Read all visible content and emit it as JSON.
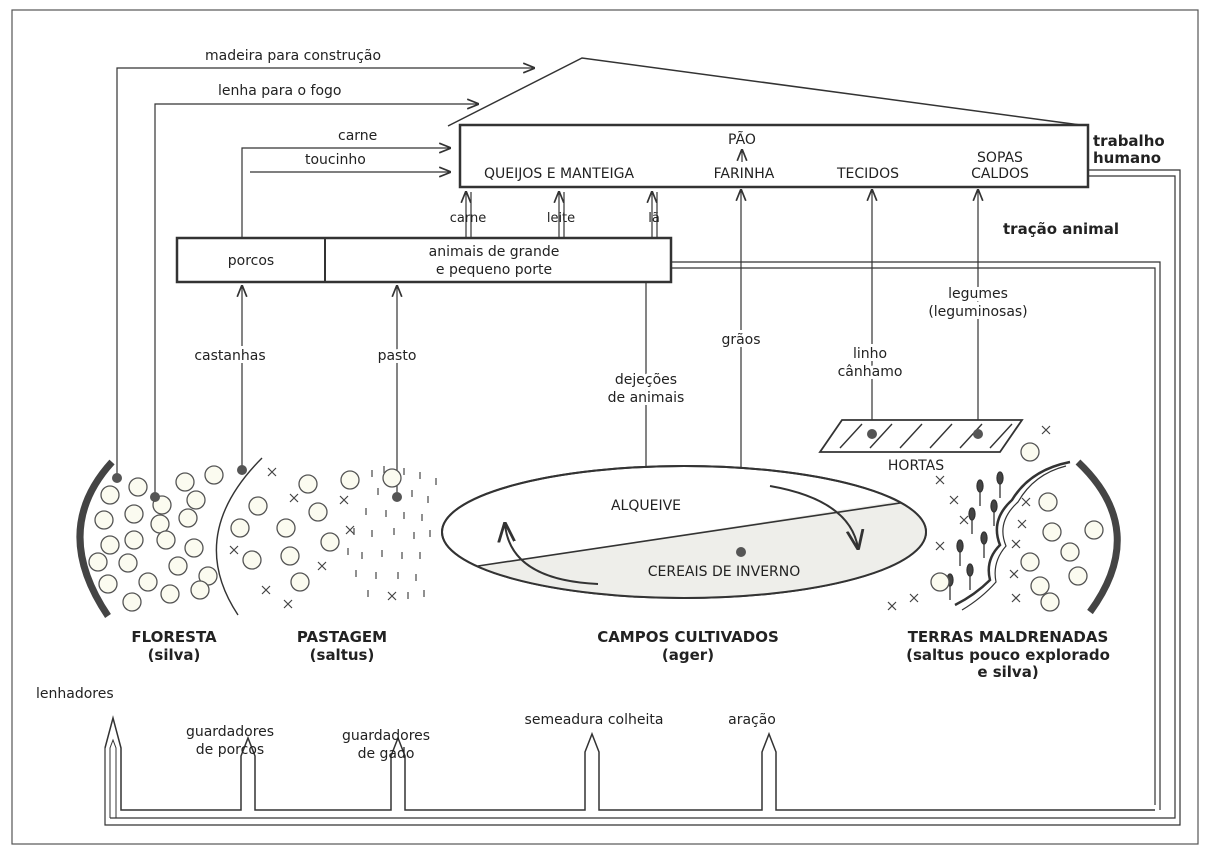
{
  "flows_top": {
    "wood_building": "madeira para construção",
    "firewood": "lenha para o fogo",
    "meat": "carne",
    "bacon": "toucinho"
  },
  "house": {
    "bread": "PÃO",
    "cheese_butter": "QUEIJOS E MANTEIGA",
    "flour": "FARINHA",
    "fabrics": "TECIDOS",
    "soups_line1": "SOPAS",
    "soups_line2": "CALDOS",
    "human_work_line1": "trabalho",
    "human_work_line2": "humano",
    "animal_traction": "tração animal"
  },
  "animal_products": {
    "meat": "carne",
    "milk": "leite",
    "wool": "lã"
  },
  "animals_box": {
    "pigs": "porcos",
    "animals_line1": "animais de grande",
    "animals_line2": "e pequeno porte"
  },
  "resources": {
    "chestnuts": "castanhas",
    "pasture": "pasto",
    "manure_line1": "dejeções",
    "manure_line2": "de animais",
    "grains": "grãos",
    "flax_line1": "linho",
    "flax_line2": "cânhamo",
    "legumes_line1": "legumes",
    "legumes_line2": "(leguminosas)",
    "gardens": "HORTAS"
  },
  "fields": {
    "fallow": "ALQUEIVE",
    "winter_cereals": "CEREAIS DE INVERNO"
  },
  "areas": {
    "forest_name": "FLORESTA",
    "forest_sub": "(silva)",
    "pasture_name": "PASTAGEM",
    "pasture_sub": "(saltus)",
    "fields_name": "CAMPOS CULTIVADOS",
    "fields_sub": "(ager)",
    "wetlands_name": "TERRAS MALDRENADAS",
    "wetlands_sub1": "(saltus pouco explorado",
    "wetlands_sub2": "e silva)"
  },
  "workers": {
    "woodcutters": "lenhadores",
    "swineherds_line1": "guardadores",
    "swineherds_line2": "de porcos",
    "herdsmen_line1": "guardadores",
    "herdsmen_line2": "de gado",
    "sowing_harvest": "semeadura colheita",
    "plowing": "aração"
  }
}
